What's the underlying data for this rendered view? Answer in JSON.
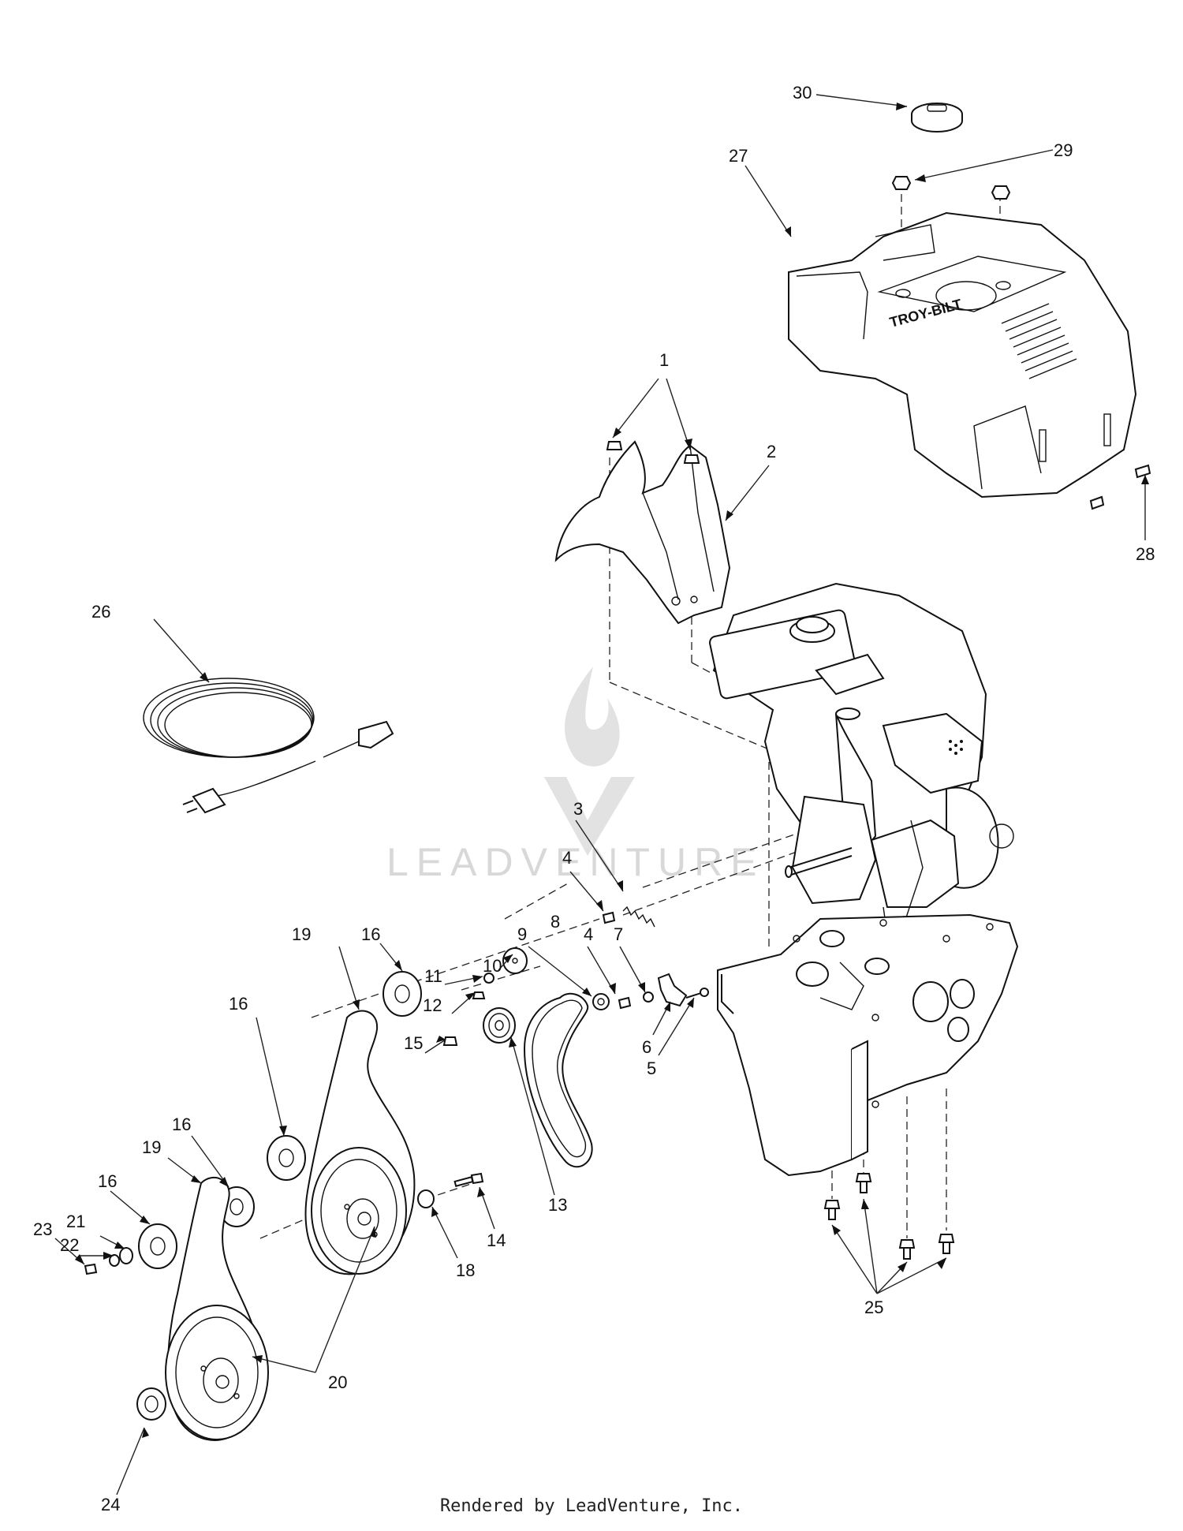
{
  "diagram": {
    "watermark": "LEADVENTURE",
    "footer": "Rendered by LeadVenture, Inc.",
    "parts": [
      {
        "id": "1",
        "label": "1"
      },
      {
        "id": "2",
        "label": "2"
      },
      {
        "id": "3",
        "label": "3"
      },
      {
        "id": "4a",
        "label": "4"
      },
      {
        "id": "4b",
        "label": "4"
      },
      {
        "id": "5",
        "label": "5"
      },
      {
        "id": "6",
        "label": "6"
      },
      {
        "id": "7",
        "label": "7"
      },
      {
        "id": "8",
        "label": "8"
      },
      {
        "id": "9",
        "label": "9"
      },
      {
        "id": "10",
        "label": "10"
      },
      {
        "id": "11",
        "label": "11"
      },
      {
        "id": "12",
        "label": "12"
      },
      {
        "id": "13",
        "label": "13"
      },
      {
        "id": "14",
        "label": "14"
      },
      {
        "id": "15",
        "label": "15"
      },
      {
        "id": "16a",
        "label": "16"
      },
      {
        "id": "16b",
        "label": "16"
      },
      {
        "id": "16c",
        "label": "16"
      },
      {
        "id": "16d",
        "label": "16"
      },
      {
        "id": "18",
        "label": "18"
      },
      {
        "id": "19a",
        "label": "19"
      },
      {
        "id": "19b",
        "label": "19"
      },
      {
        "id": "20",
        "label": "20"
      },
      {
        "id": "21",
        "label": "21"
      },
      {
        "id": "22",
        "label": "22"
      },
      {
        "id": "23",
        "label": "23"
      },
      {
        "id": "24",
        "label": "24"
      },
      {
        "id": "25",
        "label": "25"
      },
      {
        "id": "26",
        "label": "26"
      },
      {
        "id": "27",
        "label": "27"
      },
      {
        "id": "28",
        "label": "28"
      },
      {
        "id": "29",
        "label": "29"
      },
      {
        "id": "30",
        "label": "30"
      }
    ]
  }
}
